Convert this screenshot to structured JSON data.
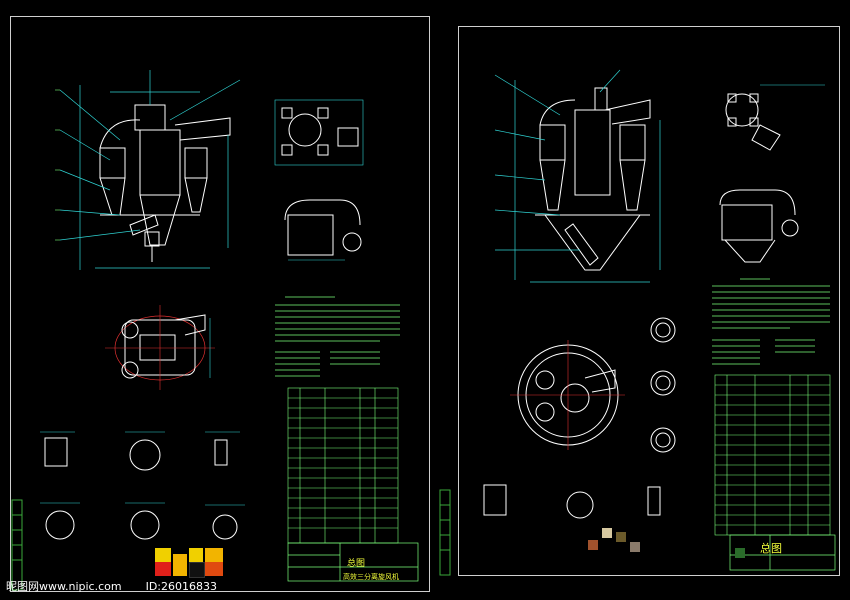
{
  "left_sheet": {
    "drawing_title": "总图",
    "equipment_name": "高效三分离旋风机"
  },
  "right_sheet": {
    "drawing_title": "总图"
  },
  "watermark": {
    "site": "昵图网www.nipic.com",
    "id_label": "ID:",
    "id_value": "26016833"
  },
  "colors": {
    "background": "#000000",
    "frame": "#cfcfcf",
    "outline": "#ffffff",
    "dimension": "#2fd3d3",
    "text_green": "#7bff7b",
    "title_yellow": "#f4ff3a",
    "centerline_red": "#e03030"
  }
}
